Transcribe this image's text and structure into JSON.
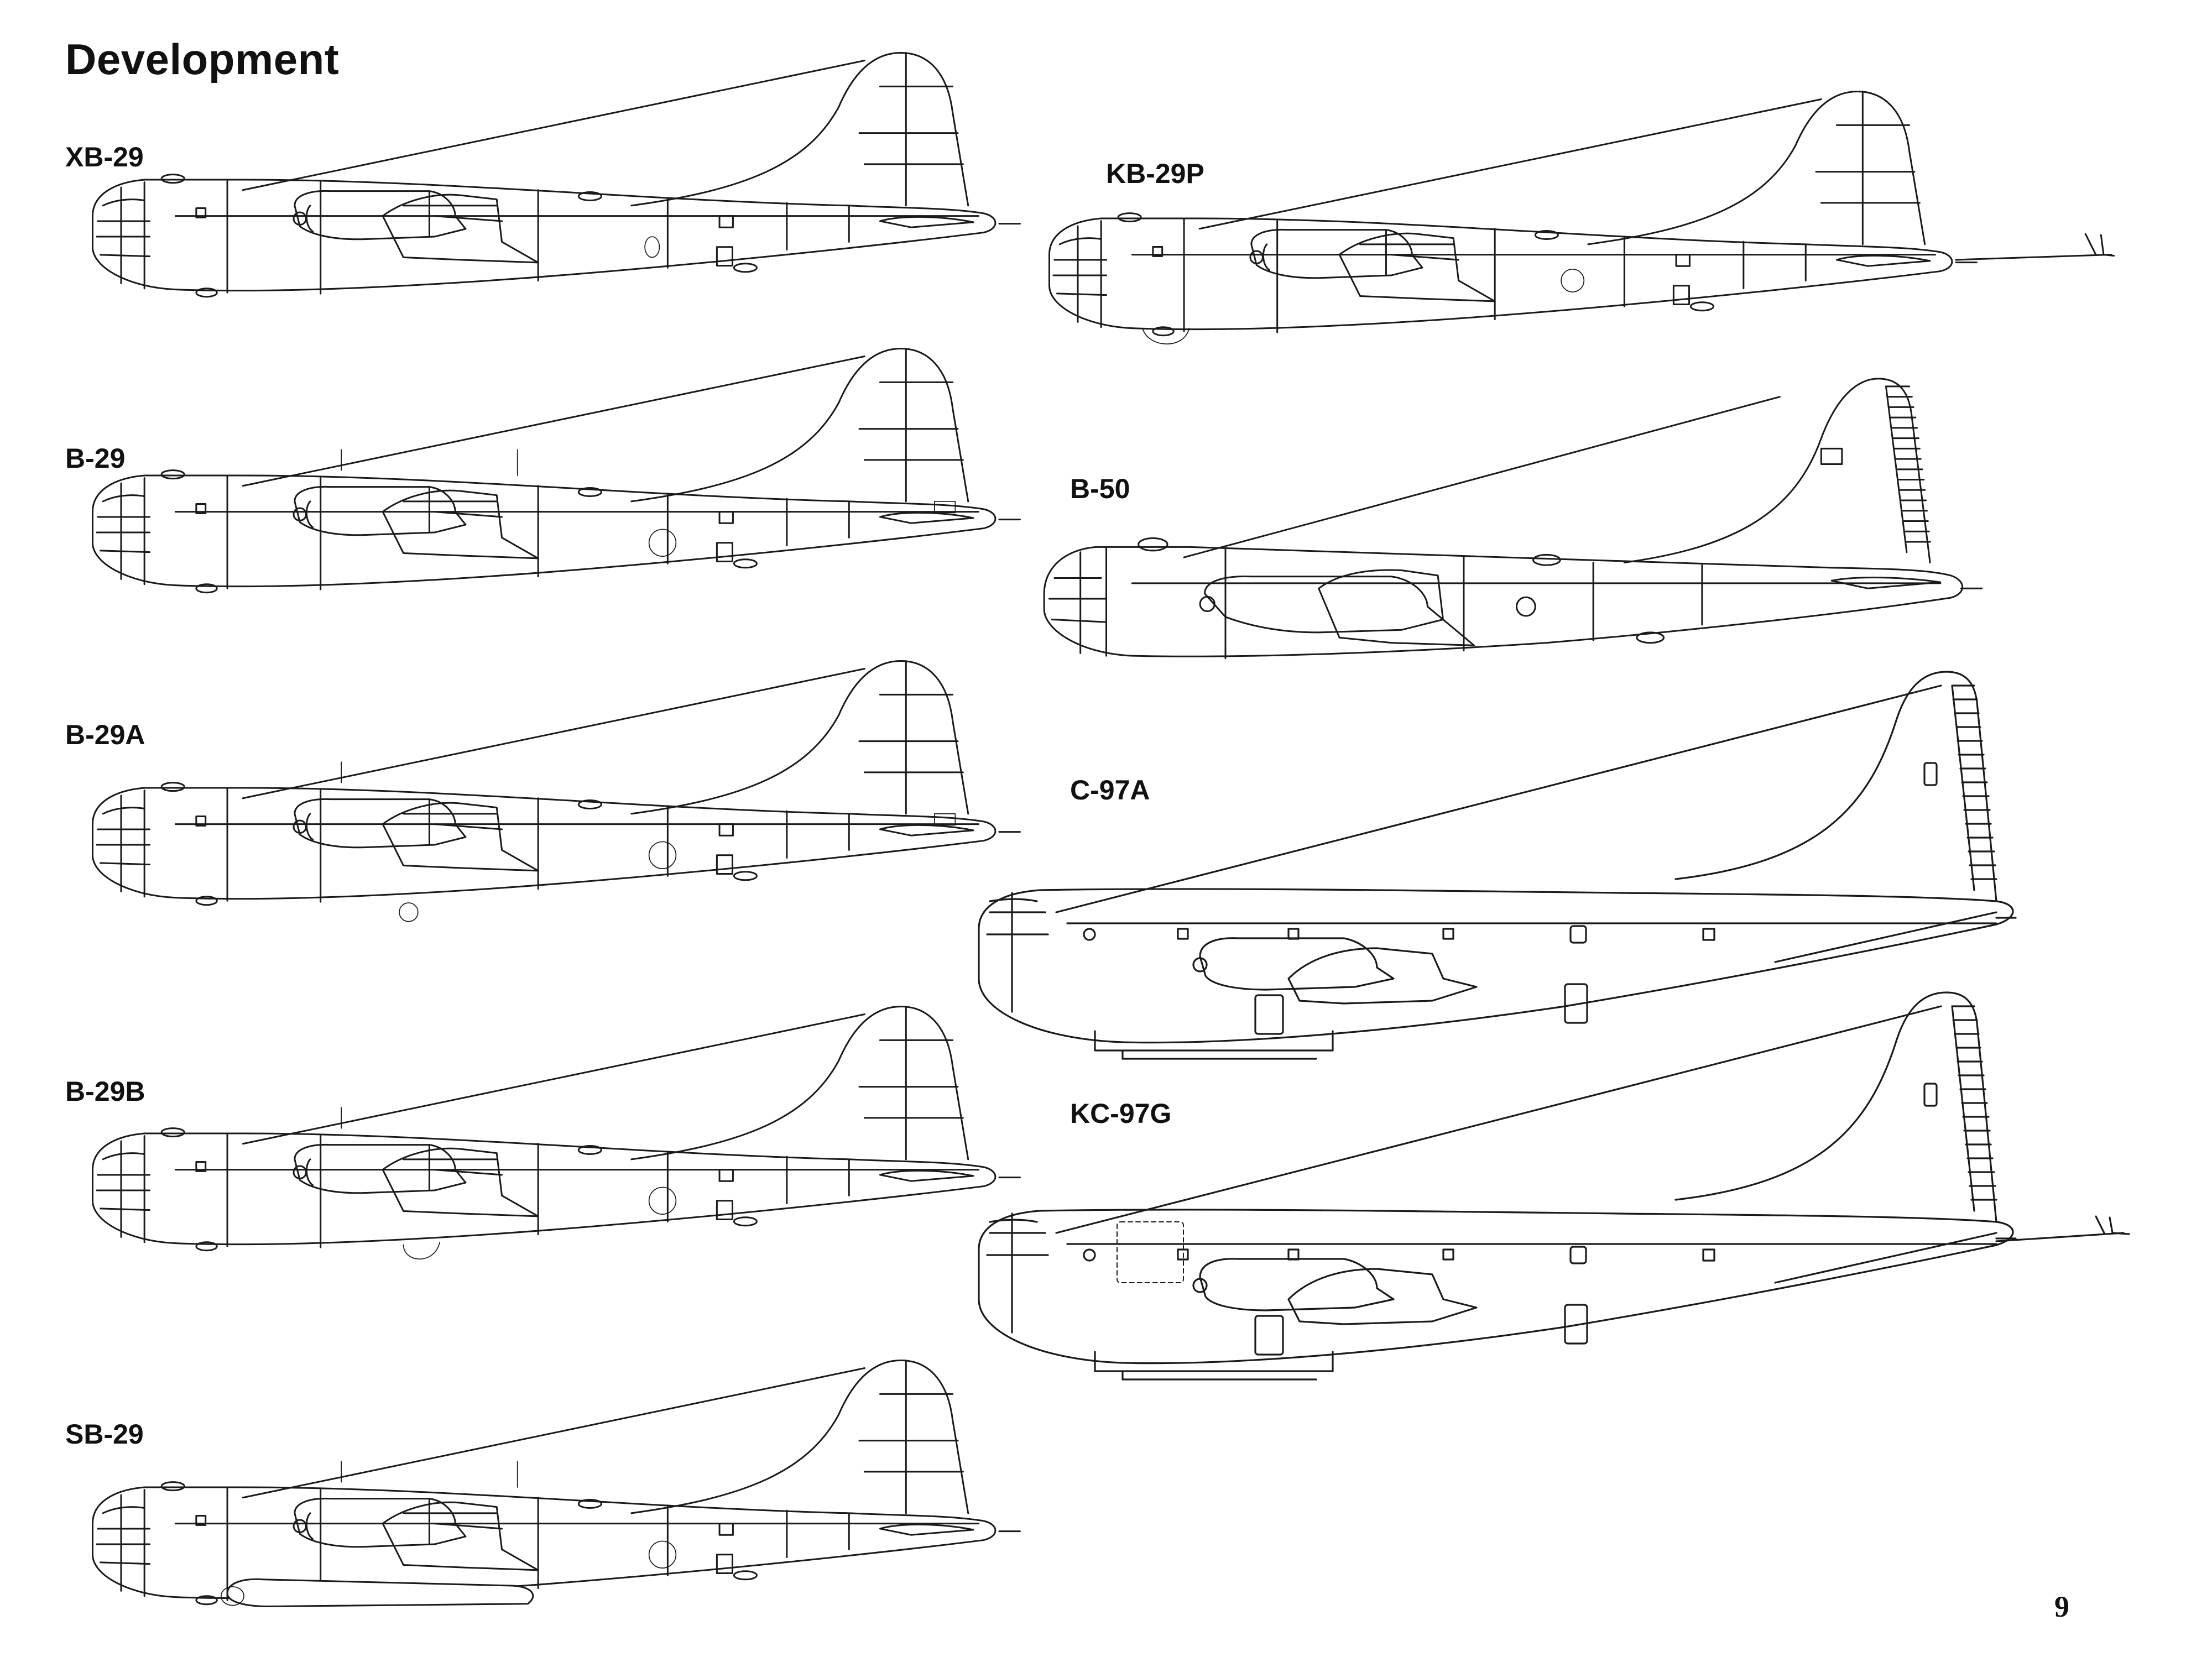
{
  "page": {
    "title": "Development",
    "page_number": "9"
  },
  "aircraft": [
    {
      "id": "xb29",
      "label": "XB-29"
    },
    {
      "id": "b29",
      "label": "B-29"
    },
    {
      "id": "b29a",
      "label": "B-29A"
    },
    {
      "id": "b29b",
      "label": "B-29B"
    },
    {
      "id": "sb29",
      "label": "SB-29"
    },
    {
      "id": "kb29p",
      "label": "KB-29P"
    },
    {
      "id": "b50",
      "label": "B-50"
    },
    {
      "id": "c97a",
      "label": "C-97A"
    },
    {
      "id": "kc97g",
      "label": "KC-97G"
    }
  ]
}
